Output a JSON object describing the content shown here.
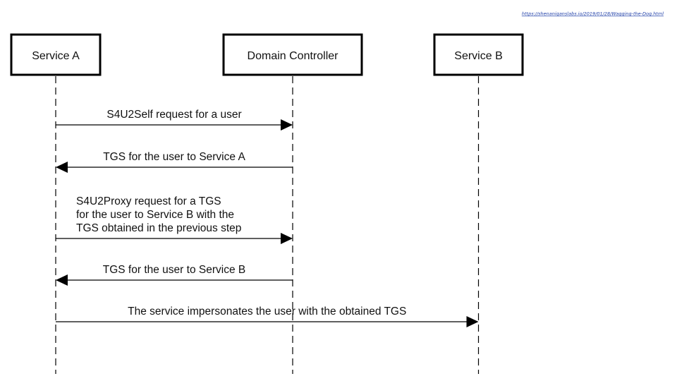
{
  "source_link": "https://shenaniganslabs.io/2019/01/28/Wagging-the-Dog.html",
  "actors": [
    {
      "id": "service-a",
      "label": "Service A"
    },
    {
      "id": "domain-controller",
      "label": "Domain Controller"
    },
    {
      "id": "service-b",
      "label": "Service B"
    }
  ],
  "messages": [
    {
      "from": "service-a",
      "to": "domain-controller",
      "lines": [
        "S4U2Self request for a user"
      ]
    },
    {
      "from": "domain-controller",
      "to": "service-a",
      "lines": [
        "TGS for the user to Service A"
      ]
    },
    {
      "from": "service-a",
      "to": "domain-controller",
      "lines": [
        "S4U2Proxy request for a TGS",
        "for the user to Service B with the",
        "TGS obtained in the previous step"
      ]
    },
    {
      "from": "domain-controller",
      "to": "service-a",
      "lines": [
        "TGS for the user to Service B"
      ]
    },
    {
      "from": "service-a",
      "to": "service-b",
      "lines": [
        "The service impersonates the user with the obtained TGS"
      ]
    }
  ]
}
